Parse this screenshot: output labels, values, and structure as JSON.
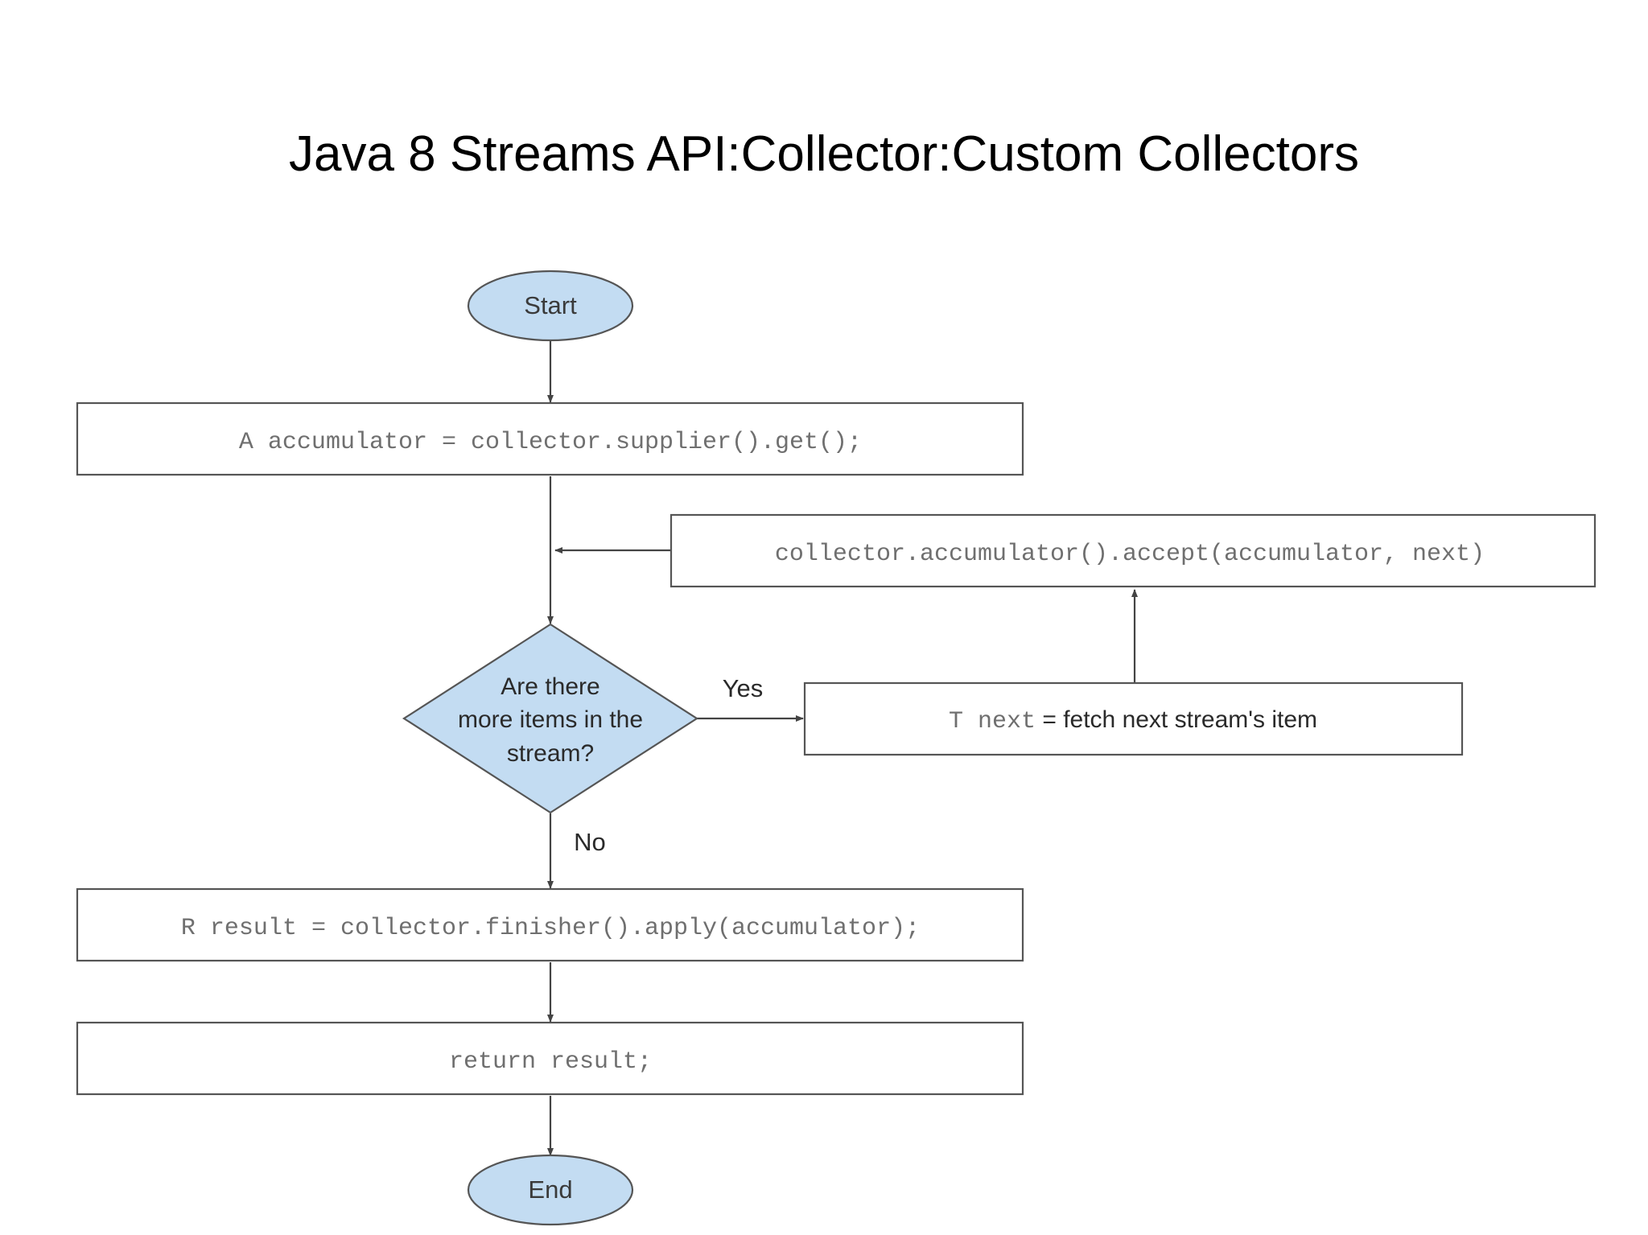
{
  "title": "Java 8 Streams API:Collector:Custom Collectors",
  "colors": {
    "node_fill": "#c3dcf2",
    "box_fill": "#ffffff",
    "stroke": "#555555",
    "code_text": "#6f6f6f",
    "label_text": "#3a3a3a"
  },
  "flowchart": {
    "start_label": "Start",
    "end_label": "End",
    "supplier_code": "A accumulator = collector.supplier().get();",
    "accumulator_code": "collector.accumulator().accept(accumulator, next)",
    "decision_line1": "Are there",
    "decision_line2": "more items in the",
    "decision_line3": "stream?",
    "yes_label": "Yes",
    "no_label": "No",
    "fetch_code": "T next",
    "fetch_text": " = fetch next stream's item",
    "finisher_code": "R result = collector.finisher().apply(accumulator);",
    "return_code": "return result;"
  }
}
